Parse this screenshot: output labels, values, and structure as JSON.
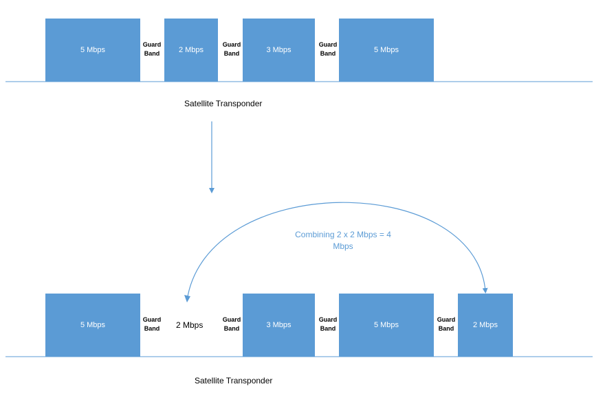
{
  "top": {
    "blocks": [
      "5 Mbps",
      "2 Mbps",
      "3 Mbps",
      "5 Mbps"
    ],
    "guard_band": {
      "line1": "Guard",
      "line2": "Band"
    },
    "caption": "Satellite Transponder"
  },
  "bottom": {
    "blocks": [
      "5 Mbps",
      "3 Mbps",
      "5 Mbps",
      "2 Mbps"
    ],
    "freed_slot_label": "2 Mbps",
    "guard_band": {
      "line1": "Guard",
      "line2": "Band"
    },
    "caption": "Satellite Transponder"
  },
  "annotation": {
    "line1": "Combining 2 x 2 Mbps = 4",
    "line2": "Mbps"
  },
  "colors": {
    "block_fill": "#5b9bd5",
    "line": "#5b9bd5",
    "annotation_text": "#5b9bd5"
  }
}
